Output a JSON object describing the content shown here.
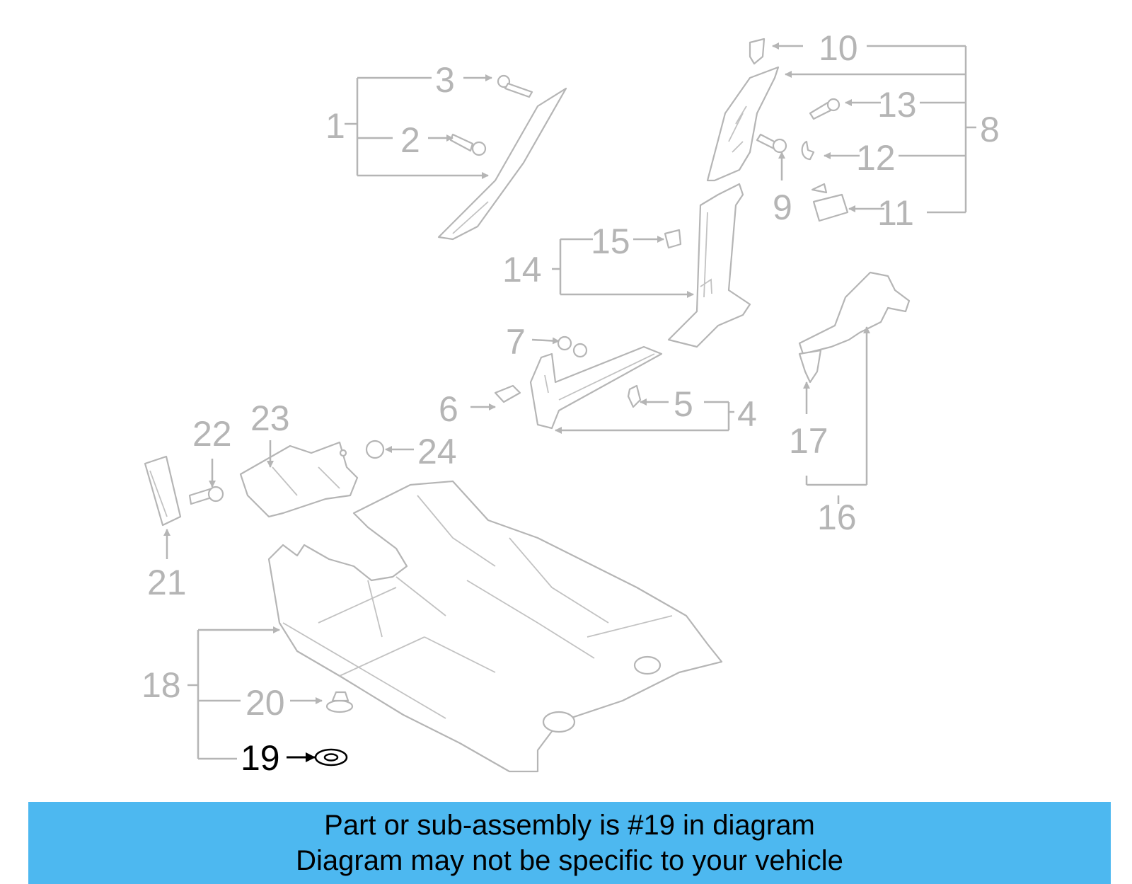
{
  "callouts": {
    "n1": "1",
    "n2": "2",
    "n3": "3",
    "n4": "4",
    "n5": "5",
    "n6": "6",
    "n7": "7",
    "n8": "8",
    "n9": "9",
    "n10": "10",
    "n11": "11",
    "n12": "12",
    "n13": "13",
    "n14": "14",
    "n15": "15",
    "n16": "16",
    "n17": "17",
    "n18": "18",
    "n19": "19",
    "n20": "20",
    "n21": "21",
    "n22": "22",
    "n23": "23",
    "n24": "24"
  },
  "highlighted_part": "19",
  "colors": {
    "banner": "#4db8f0",
    "callout": "#b5b5b5",
    "highlight": "#000000"
  },
  "banner": {
    "line1": "Part or sub-assembly is #19 in diagram",
    "line2": "Diagram may not be specific to your vehicle"
  }
}
